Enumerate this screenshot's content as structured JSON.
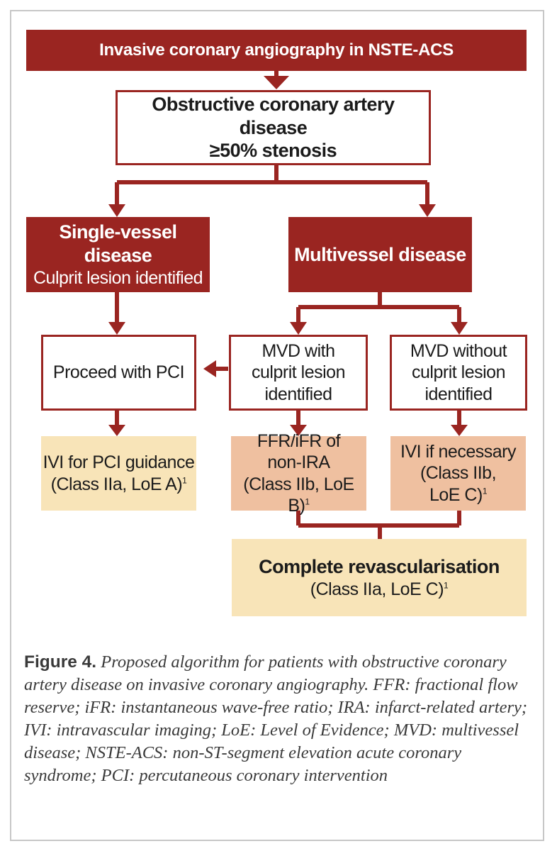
{
  "diagram": {
    "top": "Invasive coronary angiography in NSTE-ACS",
    "obstructive": {
      "line1": "Obstructive coronary artery disease",
      "line2": "≥50% stenosis"
    },
    "single": {
      "title": "Single-vessel disease",
      "subtitle": "Culprit lesion identified"
    },
    "multi": {
      "title": "Multivessel disease"
    },
    "proceed": "Proceed with PCI",
    "mvd_with": {
      "line1": "MVD with",
      "line2": "culprit lesion",
      "line3": "identified"
    },
    "mvd_without": {
      "line1": "MVD without",
      "line2": "culprit lesion",
      "line3": "identified"
    },
    "ivi_guidance": {
      "line1": "IVI for PCI guidance",
      "line2": "(Class IIa, LoE A)",
      "ref": "1"
    },
    "ffr": {
      "line1": "FFR/iFR of",
      "line2": "non-IRA",
      "line3": "(Class IIb, LoE B)",
      "ref": "1"
    },
    "ivi_necessary": {
      "line1": "IVI if necessary",
      "line2": "(Class IIb,",
      "line3": "LoE C)",
      "ref": "1"
    },
    "complete": {
      "line1": "Complete revascularisation",
      "line2": "(Class IIa, LoE C)",
      "ref": "1"
    },
    "colors": {
      "dark_red": "#9a2521",
      "cream": "#f8e4b8",
      "peach": "#efc0a0"
    }
  },
  "caption": {
    "label": "Figure 4.",
    "text": "Proposed algorithm for patients with obstructive coronary artery disease on invasive coronary angiography. FFR: fractional flow reserve; iFR: instantaneous wave-free ratio; IRA: infarct-related artery; IVI: intravascular imaging; LoE: Level of Evidence; MVD: multivessel disease; NSTE-ACS: non-ST-segment elevation acute coronary syndrome; PCI: percutaneous coronary intervention"
  }
}
